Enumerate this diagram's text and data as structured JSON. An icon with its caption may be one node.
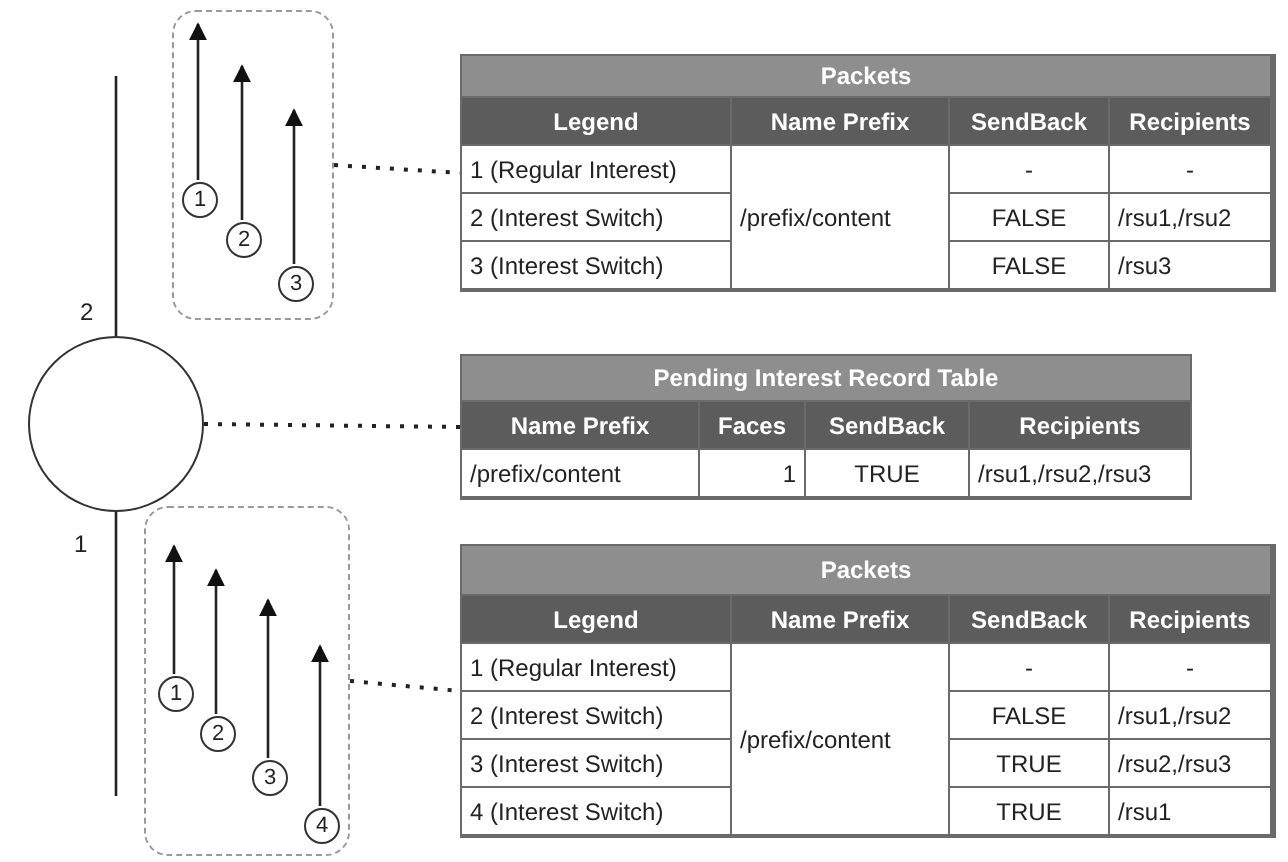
{
  "diagram": {
    "nodes": [
      {
        "text": [],
        "shape": "box"
      },
      {
        "text": [
          "1"
        ],
        "in": 0
      },
      {
        "text": [
          "2"
        ],
        "in": 0
      },
      {
        "text": [
          "3"
        ],
        "in": 0
      },
      {
        "text": [
          "Packets",
          "Legend",
          "Name Prefix",
          "SendBack",
          "Recipients",
          "1 (Regular Interest)",
          "/prefix/content",
          "-",
          "-",
          "2 (Interest Switch)",
          "FALSE",
          "/rsu1,/rsu2",
          "3 (Interest Switch)",
          "FALSE",
          "/rsu3"
        ]
      },
      {
        "text": [],
        "shape": "circle"
      },
      {
        "text": [
          "Pending Interest Record Table",
          "Name Prefix",
          "Faces",
          "SendBack",
          "Recipients",
          "/prefix/content",
          "1",
          "TRUE",
          "/rsu1,/rsu2,/rsu3"
        ]
      },
      {
        "text": [],
        "shape": "box"
      },
      {
        "text": [
          "1"
        ],
        "in": 7
      },
      {
        "text": [
          "2"
        ],
        "in": 7
      },
      {
        "text": [
          "3"
        ],
        "in": 7
      },
      {
        "text": [
          "4"
        ],
        "in": 7
      },
      {
        "text": [
          "Packets",
          "Legend",
          "Name Prefix",
          "SendBack",
          "Recipients",
          "1 (Regular Interest)",
          "/prefix/content",
          "-",
          "-",
          "2 (Interest Switch)",
          "FALSE",
          "/rsu1,/rsu2",
          "3 (Interest Switch)",
          "TRUE",
          "/rsu2,/rsu3",
          "4 (Interest Switch)",
          "TRUE",
          "/rsu1"
        ]
      }
    ],
    "edges": [
      {
        "from": 1,
        "to": null,
        "arrow": "to"
      },
      {
        "from": 2,
        "to": null,
        "arrow": "to"
      },
      {
        "from": 3,
        "to": null,
        "arrow": "to"
      },
      {
        "from": 5,
        "to": null,
        "arrow": "none",
        "label": "2"
      },
      {
        "from": 5,
        "to": null,
        "arrow": "none",
        "label": "1"
      },
      {
        "from": 8,
        "to": null,
        "arrow": "to"
      },
      {
        "from": 9,
        "to": null,
        "arrow": "to"
      },
      {
        "from": 10,
        "to": null,
        "arrow": "to"
      },
      {
        "from": 11,
        "to": null,
        "arrow": "to"
      },
      {
        "from": 0,
        "to": 4,
        "arrow": "none",
        "style": "dashed"
      },
      {
        "from": 5,
        "to": 6,
        "arrow": "none",
        "style": "dashed"
      },
      {
        "from": 7,
        "to": 12,
        "arrow": "none",
        "style": "dashed"
      }
    ]
  }
}
